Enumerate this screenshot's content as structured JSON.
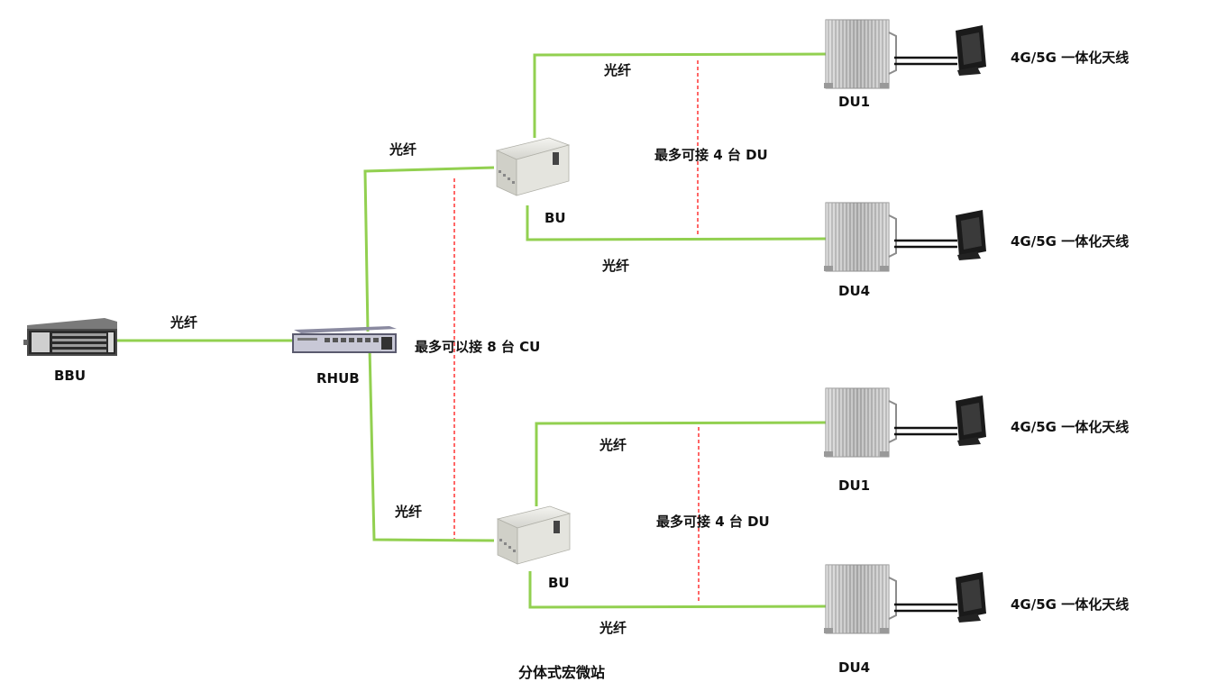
{
  "labels": {
    "fiber": "光纤",
    "bbu": "BBU",
    "rhub": "RHUB",
    "bu": "BU",
    "du1": "DU1",
    "du4": "DU4",
    "antenna": "4G/5G 一体化天线",
    "max_cu": "最多可以接 8 台 CU",
    "max_du": "最多可接 4 台 DU",
    "caption": "分体式宏微站"
  },
  "colors": {
    "fiber_line": "#92d050",
    "limit_marker": "#ff0000",
    "device_body": "#dcdcdc",
    "antenna_body": "#1a1a1a"
  }
}
